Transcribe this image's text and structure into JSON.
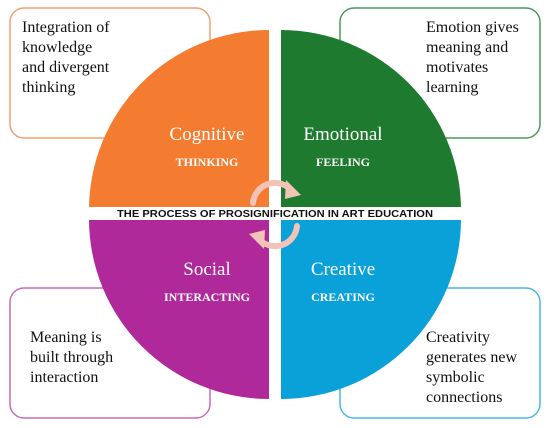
{
  "central_label": "THE PROCESS OF PROSIGNIFICATION IN ART EDUCATION",
  "quadrants": {
    "cognitive": {
      "name": "Cognitive",
      "action": "THINKING",
      "color": "#F47C30"
    },
    "emotional": {
      "name": "Emotional",
      "action": "FEELING",
      "color": "#1E7A2E"
    },
    "social": {
      "name": "Social",
      "action": "INTERACTING",
      "color": "#B0299B"
    },
    "creative": {
      "name": "Creative",
      "action": "CREATING",
      "color": "#0AA0D8"
    }
  },
  "notes": {
    "cognitive": [
      "Integration of",
      "knowledge",
      "and divergent",
      "thinking"
    ],
    "emotional": [
      "Emotion gives",
      "meaning and",
      "motivates",
      "learning"
    ],
    "social": [
      "Meaning is",
      "built through",
      "interaction"
    ],
    "creative": [
      "Creativity",
      "generates new",
      "symbolic",
      "connections"
    ]
  },
  "cycle_arrows_color": "#F2C4B8"
}
